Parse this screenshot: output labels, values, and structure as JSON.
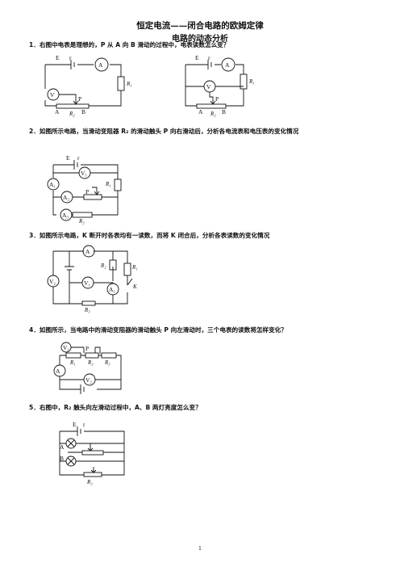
{
  "title": "恒定电流——闭合电路的欧姆定律",
  "subtitle": "电路的动态分析",
  "questions": [
    {
      "num": "1．",
      "text": "右图中电表是理想的，P 从 A 向 B 滑动的过程中，电表读数怎么变？"
    },
    {
      "num": "2．",
      "text": "如图所示电路，当滑动变阻器 R₂ 的滑动触头 P 向右滑动后，分析各电流表和电压表的变化情况"
    },
    {
      "num": "3．",
      "text": "如图所示电路，K 断开时各表均有一读数，而将 K 闭合后，分析各表读数的变化情况"
    },
    {
      "num": "4．",
      "text": "如图所示，当电路中的滑动变阻器的滑动触头 P 向左滑动时，三个电表的读数将怎样变化？"
    },
    {
      "num": "5．",
      "text": "右图中，R₂ 触头向左滑动过程中，A、B 两灯亮度怎么变？"
    }
  ],
  "labels": {
    "E": "E",
    "r": "r",
    "A": "A",
    "B": "B",
    "P": "P",
    "V": "V",
    "R1": "R₁",
    "R2": "R₂",
    "R3": "R₃",
    "K": "K",
    "A1": "A₁",
    "A2": "A₂",
    "A3": "A₃",
    "V1": "V₁",
    "V2": "V₂"
  },
  "page_number": "1"
}
